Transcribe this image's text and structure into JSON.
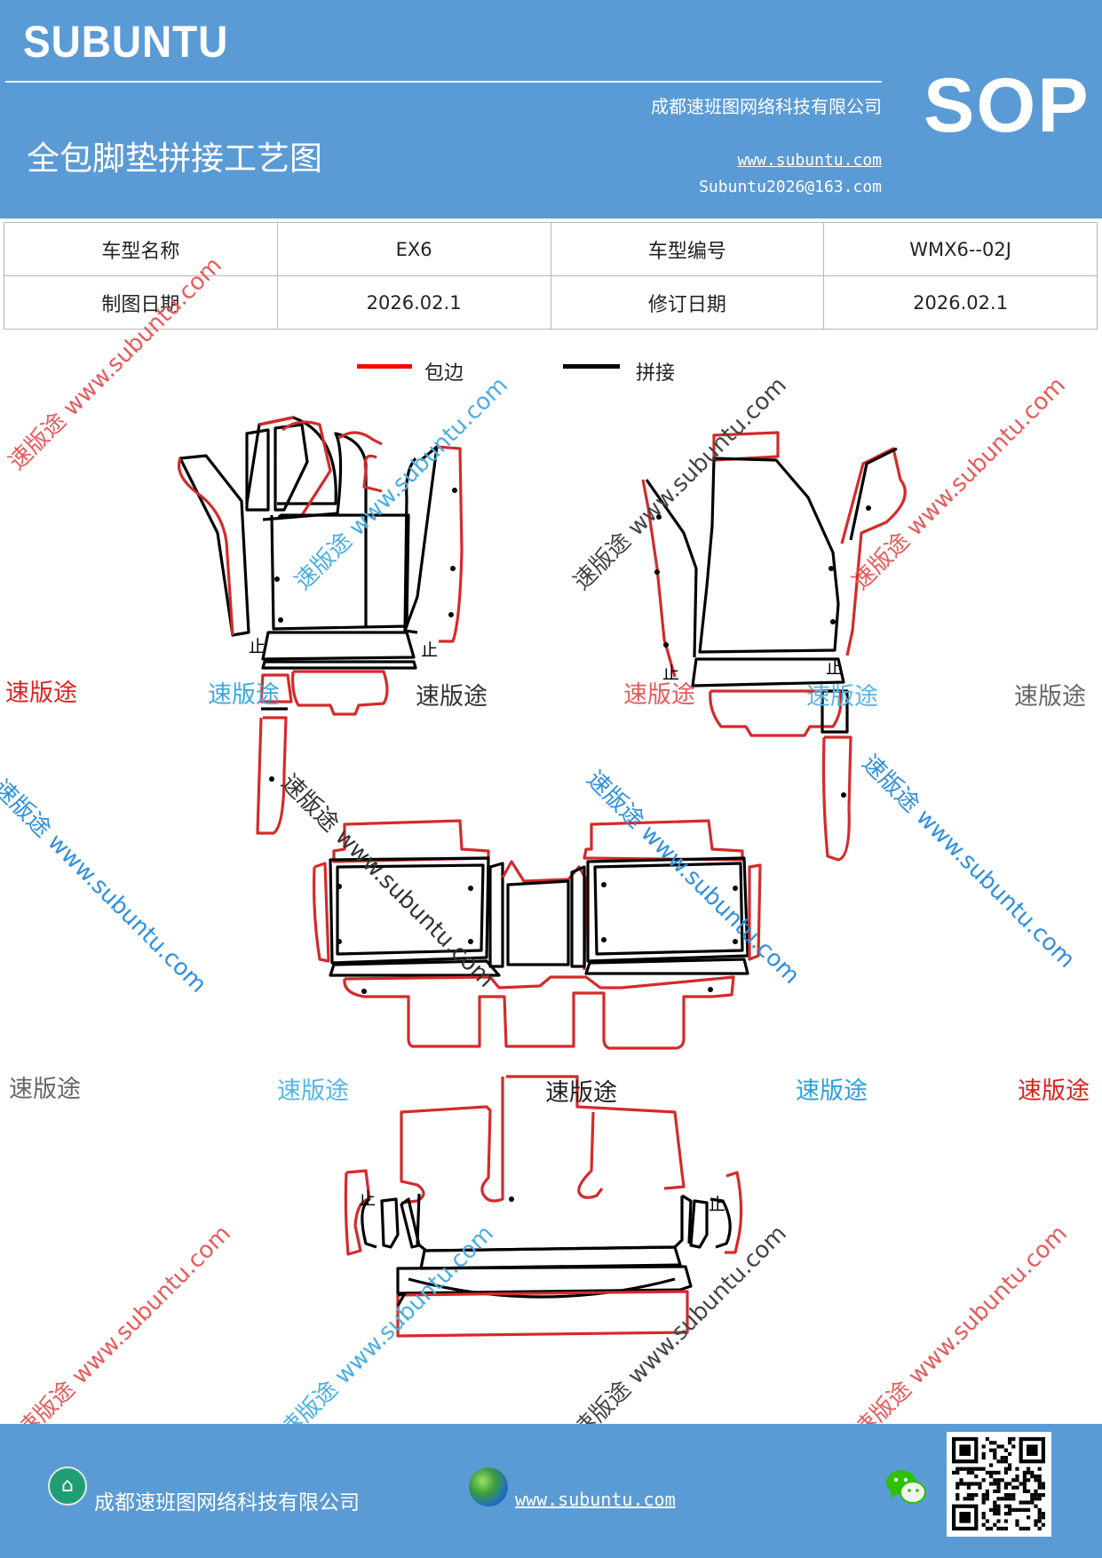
{
  "header": {
    "brand": "SUBUNTU",
    "company": "成都速班图网络科技有限公司",
    "title": "全包脚垫拼接工艺图",
    "website": "www.subuntu.com",
    "email": "Subuntu2026@163.com",
    "badge": "SOP"
  },
  "info_table": {
    "row1": {
      "label1": "车型名称",
      "value1": "EX6",
      "label2": "车型编号",
      "value2": "WMX6--02J"
    },
    "row2": {
      "label1": "制图日期",
      "value1": "2026.02.1",
      "label2": "修订日期",
      "value2": "2026.02.1"
    }
  },
  "legend": {
    "edge_label": "包边",
    "edge_color": "#ff0000",
    "join_label": "拼接",
    "join_color": "#000000"
  },
  "diagram": {
    "stop_mark": "止",
    "watermark_text": "速版途",
    "watermark_url": "www.subuntu.com"
  },
  "footer": {
    "company": "成都速班图网络科技有限公司",
    "website": "www.subuntu.com",
    "home_icon": "home-icon",
    "globe_icon": "globe-icon",
    "wechat_icon": "wechat-icon"
  }
}
